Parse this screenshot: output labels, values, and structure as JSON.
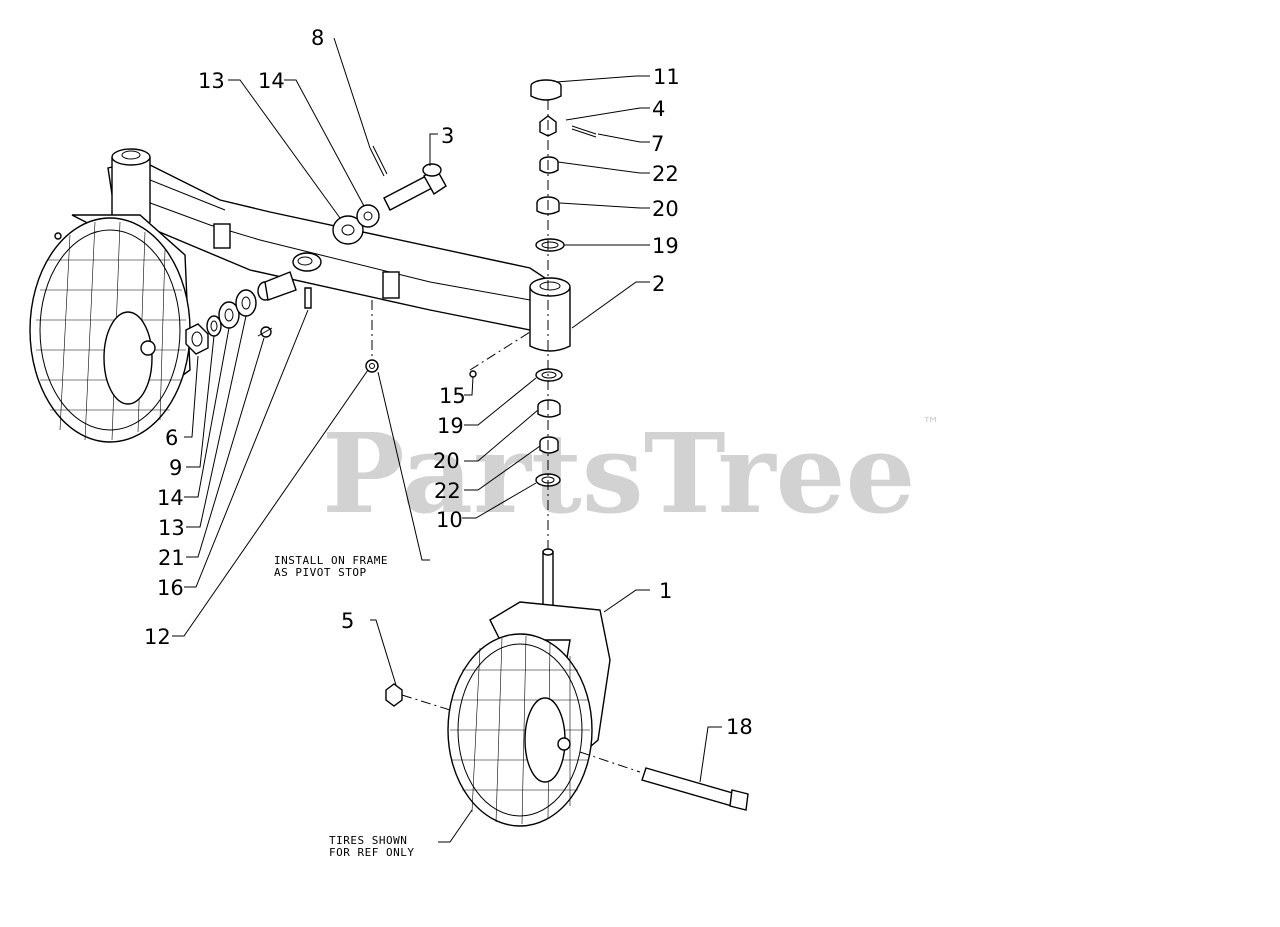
{
  "watermark": {
    "text": "PartsTree",
    "trademark": "™"
  },
  "callouts": [
    {
      "id": "c1",
      "label": "1"
    },
    {
      "id": "c2",
      "label": "2"
    },
    {
      "id": "c3",
      "label": "3"
    },
    {
      "id": "c4",
      "label": "4"
    },
    {
      "id": "c5",
      "label": "5"
    },
    {
      "id": "c6",
      "label": "6"
    },
    {
      "id": "c7",
      "label": "7"
    },
    {
      "id": "c8",
      "label": "8"
    },
    {
      "id": "c9",
      "label": "9"
    },
    {
      "id": "c10",
      "label": "10"
    },
    {
      "id": "c11",
      "label": "11"
    },
    {
      "id": "c12",
      "label": "12"
    },
    {
      "id": "c13a",
      "label": "13"
    },
    {
      "id": "c13b",
      "label": "13"
    },
    {
      "id": "c14a",
      "label": "14"
    },
    {
      "id": "c14b",
      "label": "14"
    },
    {
      "id": "c15",
      "label": "15"
    },
    {
      "id": "c16",
      "label": "16"
    },
    {
      "id": "c18",
      "label": "18"
    },
    {
      "id": "c19a",
      "label": "19"
    },
    {
      "id": "c19b",
      "label": "19"
    },
    {
      "id": "c20a",
      "label": "20"
    },
    {
      "id": "c20b",
      "label": "20"
    },
    {
      "id": "c21",
      "label": "21"
    },
    {
      "id": "c22a",
      "label": "22"
    },
    {
      "id": "c22b",
      "label": "22"
    }
  ],
  "notes": {
    "pivot_stop_line1": "INSTALL ON FRAME",
    "pivot_stop_line2": "AS PIVOT STOP",
    "tires_line1": "TIRES SHOWN",
    "tires_line2": "FOR REF ONLY"
  },
  "colors": {
    "line": "#000000",
    "watermark": "#d2d2d2",
    "background": "#ffffff"
  }
}
